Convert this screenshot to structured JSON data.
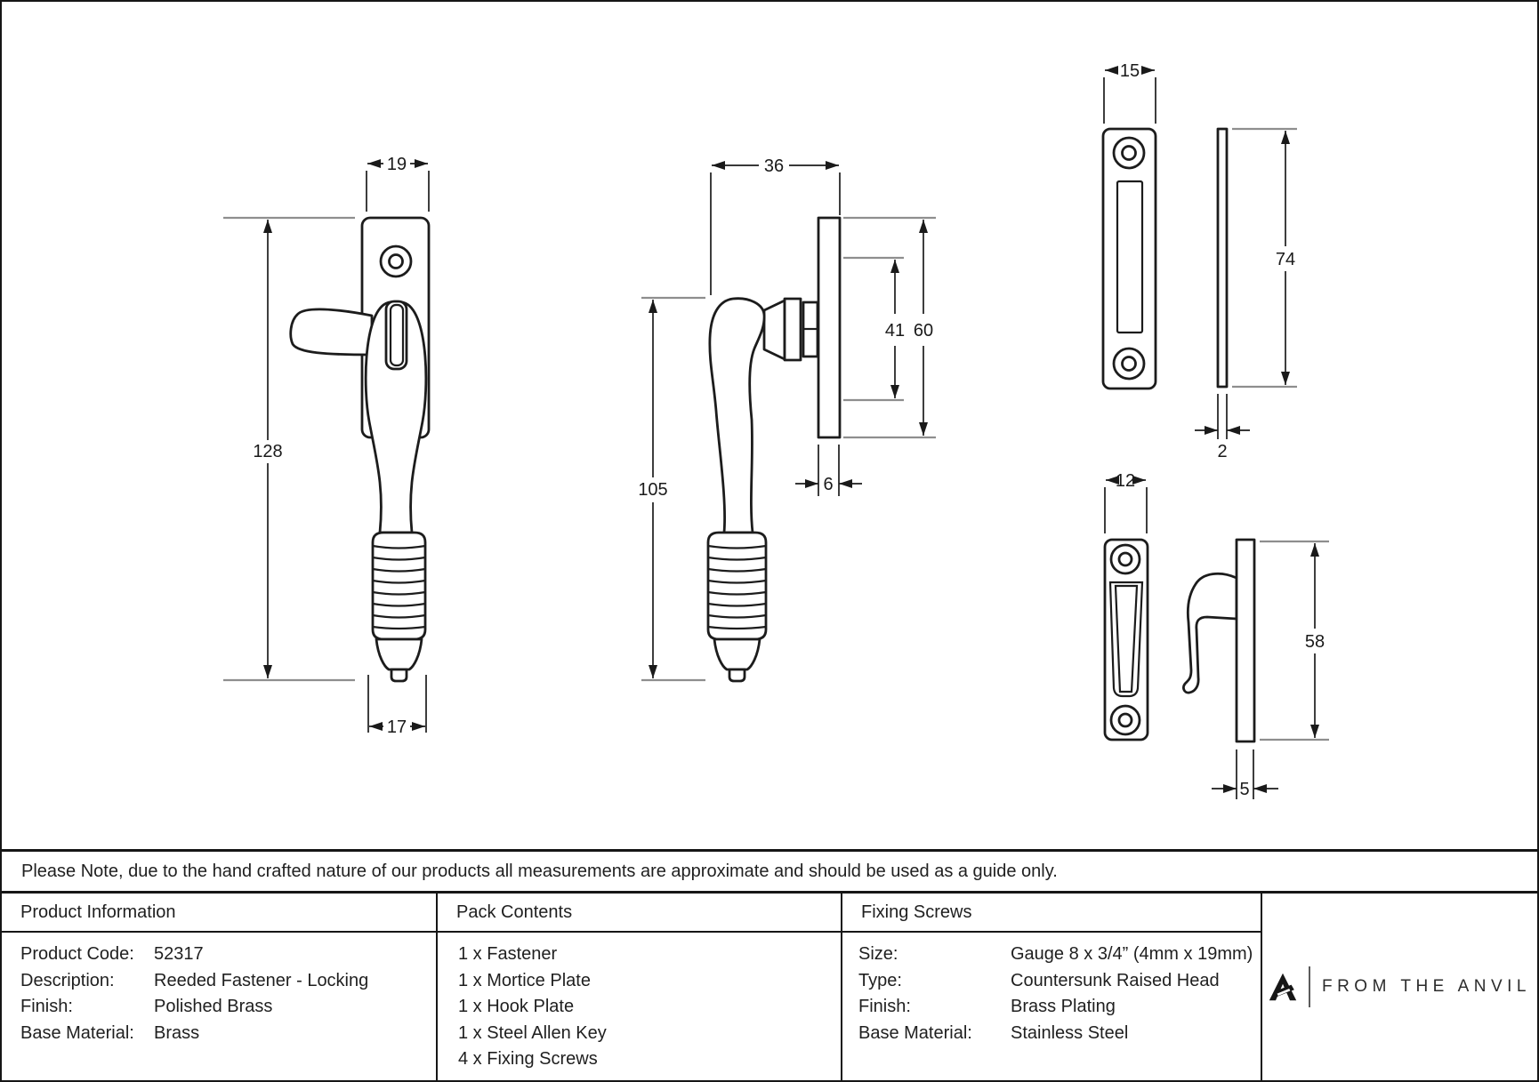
{
  "note": {
    "text": "Please Note, due to the hand crafted nature of our products all measurements are approximate and should be used as a guide only."
  },
  "dimensions": {
    "fastener_front": {
      "width": "19",
      "height": "128",
      "tip_width": "17"
    },
    "fastener_side": {
      "projection": "36",
      "handle_length": "105",
      "fixing_centres": "41",
      "plate_height": "60",
      "plate_thickness": "6"
    },
    "mortice_plate": {
      "width": "15",
      "height": "74",
      "thickness": "2"
    },
    "hook_plate": {
      "width": "12",
      "height": "58",
      "thickness": "5"
    }
  },
  "table": {
    "product_information": {
      "title": "Product Information",
      "rows": [
        {
          "label": "Product Code:",
          "value": "52317"
        },
        {
          "label": "Description:",
          "value": "Reeded Fastener - Locking"
        },
        {
          "label": "Finish:",
          "value": "Polished Brass"
        },
        {
          "label": "Base Material:",
          "value": "Brass"
        }
      ]
    },
    "pack_contents": {
      "title": "Pack Contents",
      "items": [
        "1 x Fastener",
        "1 x Mortice Plate",
        "1 x Hook Plate",
        "1 x Steel Allen Key",
        "4 x Fixing Screws"
      ]
    },
    "fixing_screws": {
      "title": "Fixing Screws",
      "rows": [
        {
          "label": "Size:",
          "value": "Gauge 8 x 3/4” (4mm x 19mm)"
        },
        {
          "label": "Type:",
          "value": "Countersunk Raised Head"
        },
        {
          "label": "Finish:",
          "value": "Brass Plating"
        },
        {
          "label": "Base Material:",
          "value": "Stainless Steel"
        }
      ]
    }
  },
  "brand": {
    "name": "FROM THE ANVIL"
  },
  "colors": {
    "line": "#1c1c1c",
    "reference_line": "#8e8e8e",
    "background": "#ffffff"
  }
}
